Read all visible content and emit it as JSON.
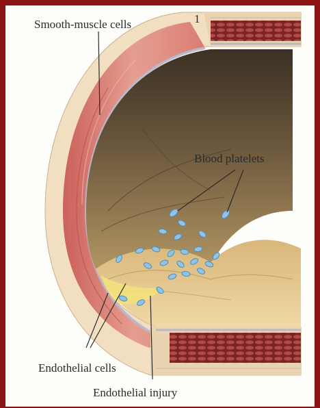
{
  "figure": {
    "panel_number": "1",
    "labels": {
      "smooth_muscle": "Smooth-muscle cells",
      "platelets": "Blood platelets",
      "endothelial_cells": "Endothelial cells",
      "endothelial_injury": "Endothelial injury"
    }
  },
  "colors": {
    "frame": "#8c1414",
    "background": "#fdfdfa",
    "muscle": "#e08a80",
    "adventitia": "#f2dfc1",
    "lumen": "#5a4a34",
    "plaque": "#e6c98c",
    "platelet": "#8fc4e6",
    "cells": "#a84848"
  }
}
